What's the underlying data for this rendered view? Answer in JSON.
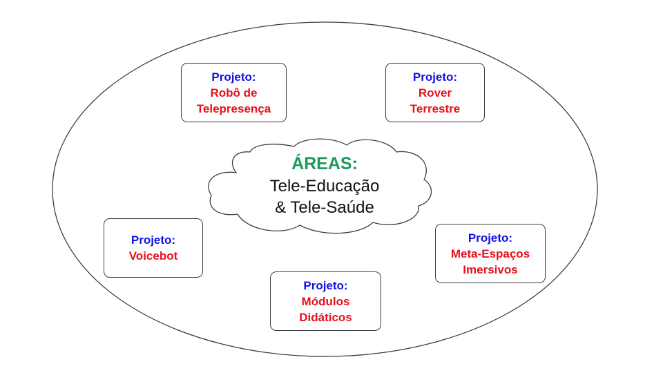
{
  "colors": {
    "prefix": "#1010e6",
    "project_name": "#e8101a",
    "areas_title": "#1e9b5a",
    "outline": "#3c3c3c"
  },
  "center": {
    "title": "ÁREAS:",
    "lines": [
      "Tele-Educação",
      "& Tele-Saúde"
    ]
  },
  "projects": [
    {
      "prefix": "Projeto:",
      "lines": [
        "Robô de",
        "Telepresença"
      ]
    },
    {
      "prefix": "Projeto:",
      "lines": [
        "Rover",
        "Terrestre"
      ]
    },
    {
      "prefix": "Projeto:",
      "lines": [
        "Voicebot"
      ]
    },
    {
      "prefix": "Projeto:",
      "lines": [
        "Meta-Espaços",
        "Imersivos"
      ]
    },
    {
      "prefix": "Projeto:",
      "lines": [
        "Módulos",
        "Didáticos"
      ]
    }
  ]
}
